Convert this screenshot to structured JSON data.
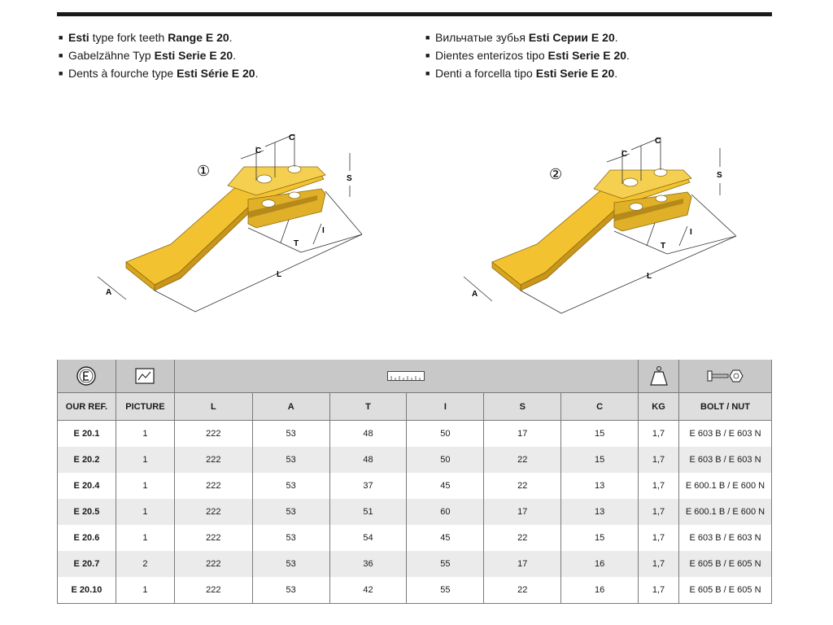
{
  "descriptions": {
    "left": [
      {
        "pre": "",
        "b1": "Esti",
        "mid": " type fork teeth ",
        "b2": "Range E 20",
        "post": "."
      },
      {
        "pre": "Gabelzähne Typ ",
        "b1": "Esti Serie E 20",
        "mid": "",
        "b2": "",
        "post": "."
      },
      {
        "pre": "Dents à fourche type ",
        "b1": "Esti Série E 20",
        "mid": "",
        "b2": "",
        "post": "."
      }
    ],
    "right": [
      {
        "pre": "Вильчатые зубья ",
        "b1": "Esti Серии E 20",
        "mid": "",
        "b2": "",
        "post": "."
      },
      {
        "pre": "Dientes enterizos tipo ",
        "b1": "Esti Serie E 20",
        "mid": "",
        "b2": "",
        "post": "."
      },
      {
        "pre": "Denti a forcella tipo ",
        "b1": "Esti Serie E 20",
        "mid": "",
        "b2": "",
        "post": "."
      }
    ],
    "bullet": "■"
  },
  "figures": [
    {
      "number": "①",
      "labels": {
        "c1": "C",
        "c2": "C",
        "s": "S",
        "t": "T",
        "i": "I",
        "l": "L",
        "a": "A"
      }
    },
    {
      "number": "②",
      "labels": {
        "c1": "C",
        "c2": "C",
        "s": "S",
        "t": "T",
        "i": "I",
        "l": "L",
        "a": "A"
      }
    }
  ],
  "colors": {
    "tooth_fill": "#f2c230",
    "tooth_shade": "#d9a51c",
    "tooth_dark": "#b8860b",
    "icon_row": "#c8c8c8",
    "head_row": "#dedede",
    "stripe": "#ebebeb"
  },
  "table": {
    "icons": [
      "esti-logo-icon",
      "picture-icon",
      "ruler-icon",
      "weight-icon",
      "bolt-nut-icon"
    ],
    "headers": [
      "OUR REF.",
      "PICTURE",
      "L",
      "A",
      "T",
      "I",
      "S",
      "C",
      "KG",
      "BOLT / NUT"
    ],
    "rows": [
      [
        "E 20.1",
        "1",
        "222",
        "53",
        "48",
        "50",
        "17",
        "15",
        "1,7",
        "E 603 B / E 603 N"
      ],
      [
        "E 20.2",
        "1",
        "222",
        "53",
        "48",
        "50",
        "22",
        "15",
        "1,7",
        "E 603 B / E 603 N"
      ],
      [
        "E 20.4",
        "1",
        "222",
        "53",
        "37",
        "45",
        "22",
        "13",
        "1,7",
        "E 600.1 B / E 600 N"
      ],
      [
        "E 20.5",
        "1",
        "222",
        "53",
        "51",
        "60",
        "17",
        "13",
        "1,7",
        "E 600.1 B / E 600 N"
      ],
      [
        "E 20.6",
        "1",
        "222",
        "53",
        "54",
        "45",
        "22",
        "15",
        "1,7",
        "E 603 B / E 603 N"
      ],
      [
        "E 20.7",
        "2",
        "222",
        "53",
        "36",
        "55",
        "17",
        "16",
        "1,7",
        "E 605 B / E 605 N"
      ],
      [
        "E 20.10",
        "1",
        "222",
        "53",
        "42",
        "55",
        "22",
        "16",
        "1,7",
        "E 605 B / E 605 N"
      ]
    ]
  }
}
